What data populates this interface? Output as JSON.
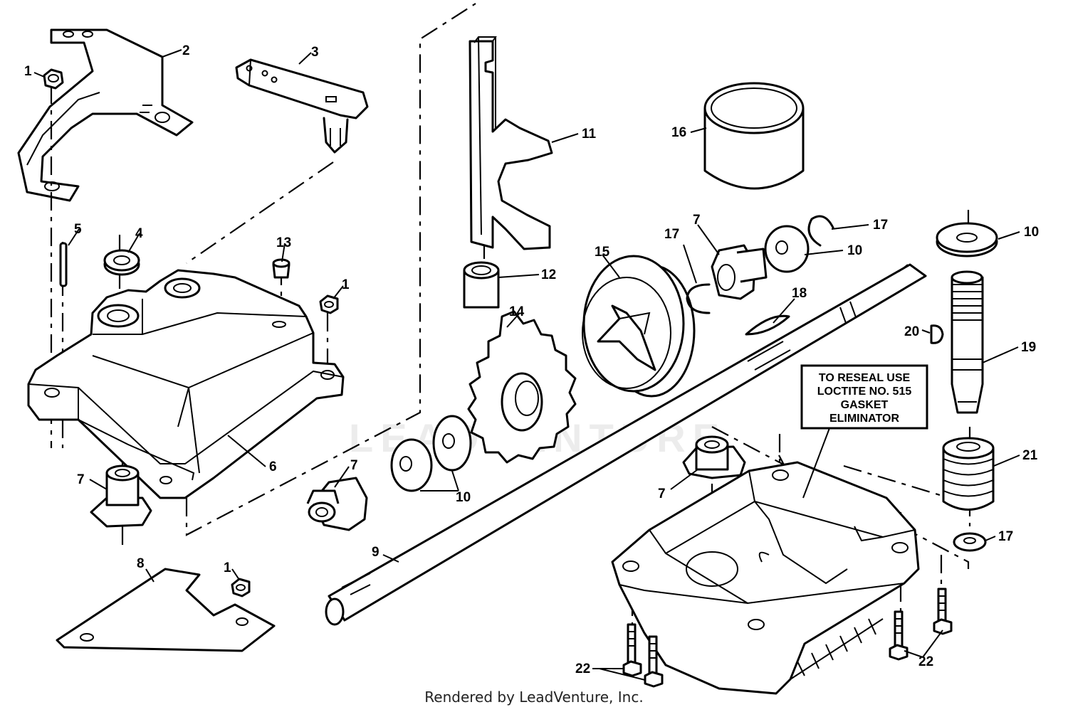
{
  "watermark": "LEADVENTURE",
  "callouts": [
    "1",
    "2",
    "3",
    "4",
    "5",
    "13",
    "1",
    "6",
    "7",
    "8",
    "1",
    "7",
    "10",
    "9",
    "14",
    "12",
    "11",
    "15",
    "17",
    "7",
    "10",
    "17",
    "16",
    "18",
    "10",
    "19",
    "20",
    "21",
    "17",
    "7",
    "22",
    "22"
  ],
  "note": {
    "lines": [
      "TO RESEAL USE",
      "LOCTITE NO. 515",
      "GASKET",
      "ELIMINATOR"
    ]
  },
  "footer": "Rendered by LeadVenture, Inc."
}
